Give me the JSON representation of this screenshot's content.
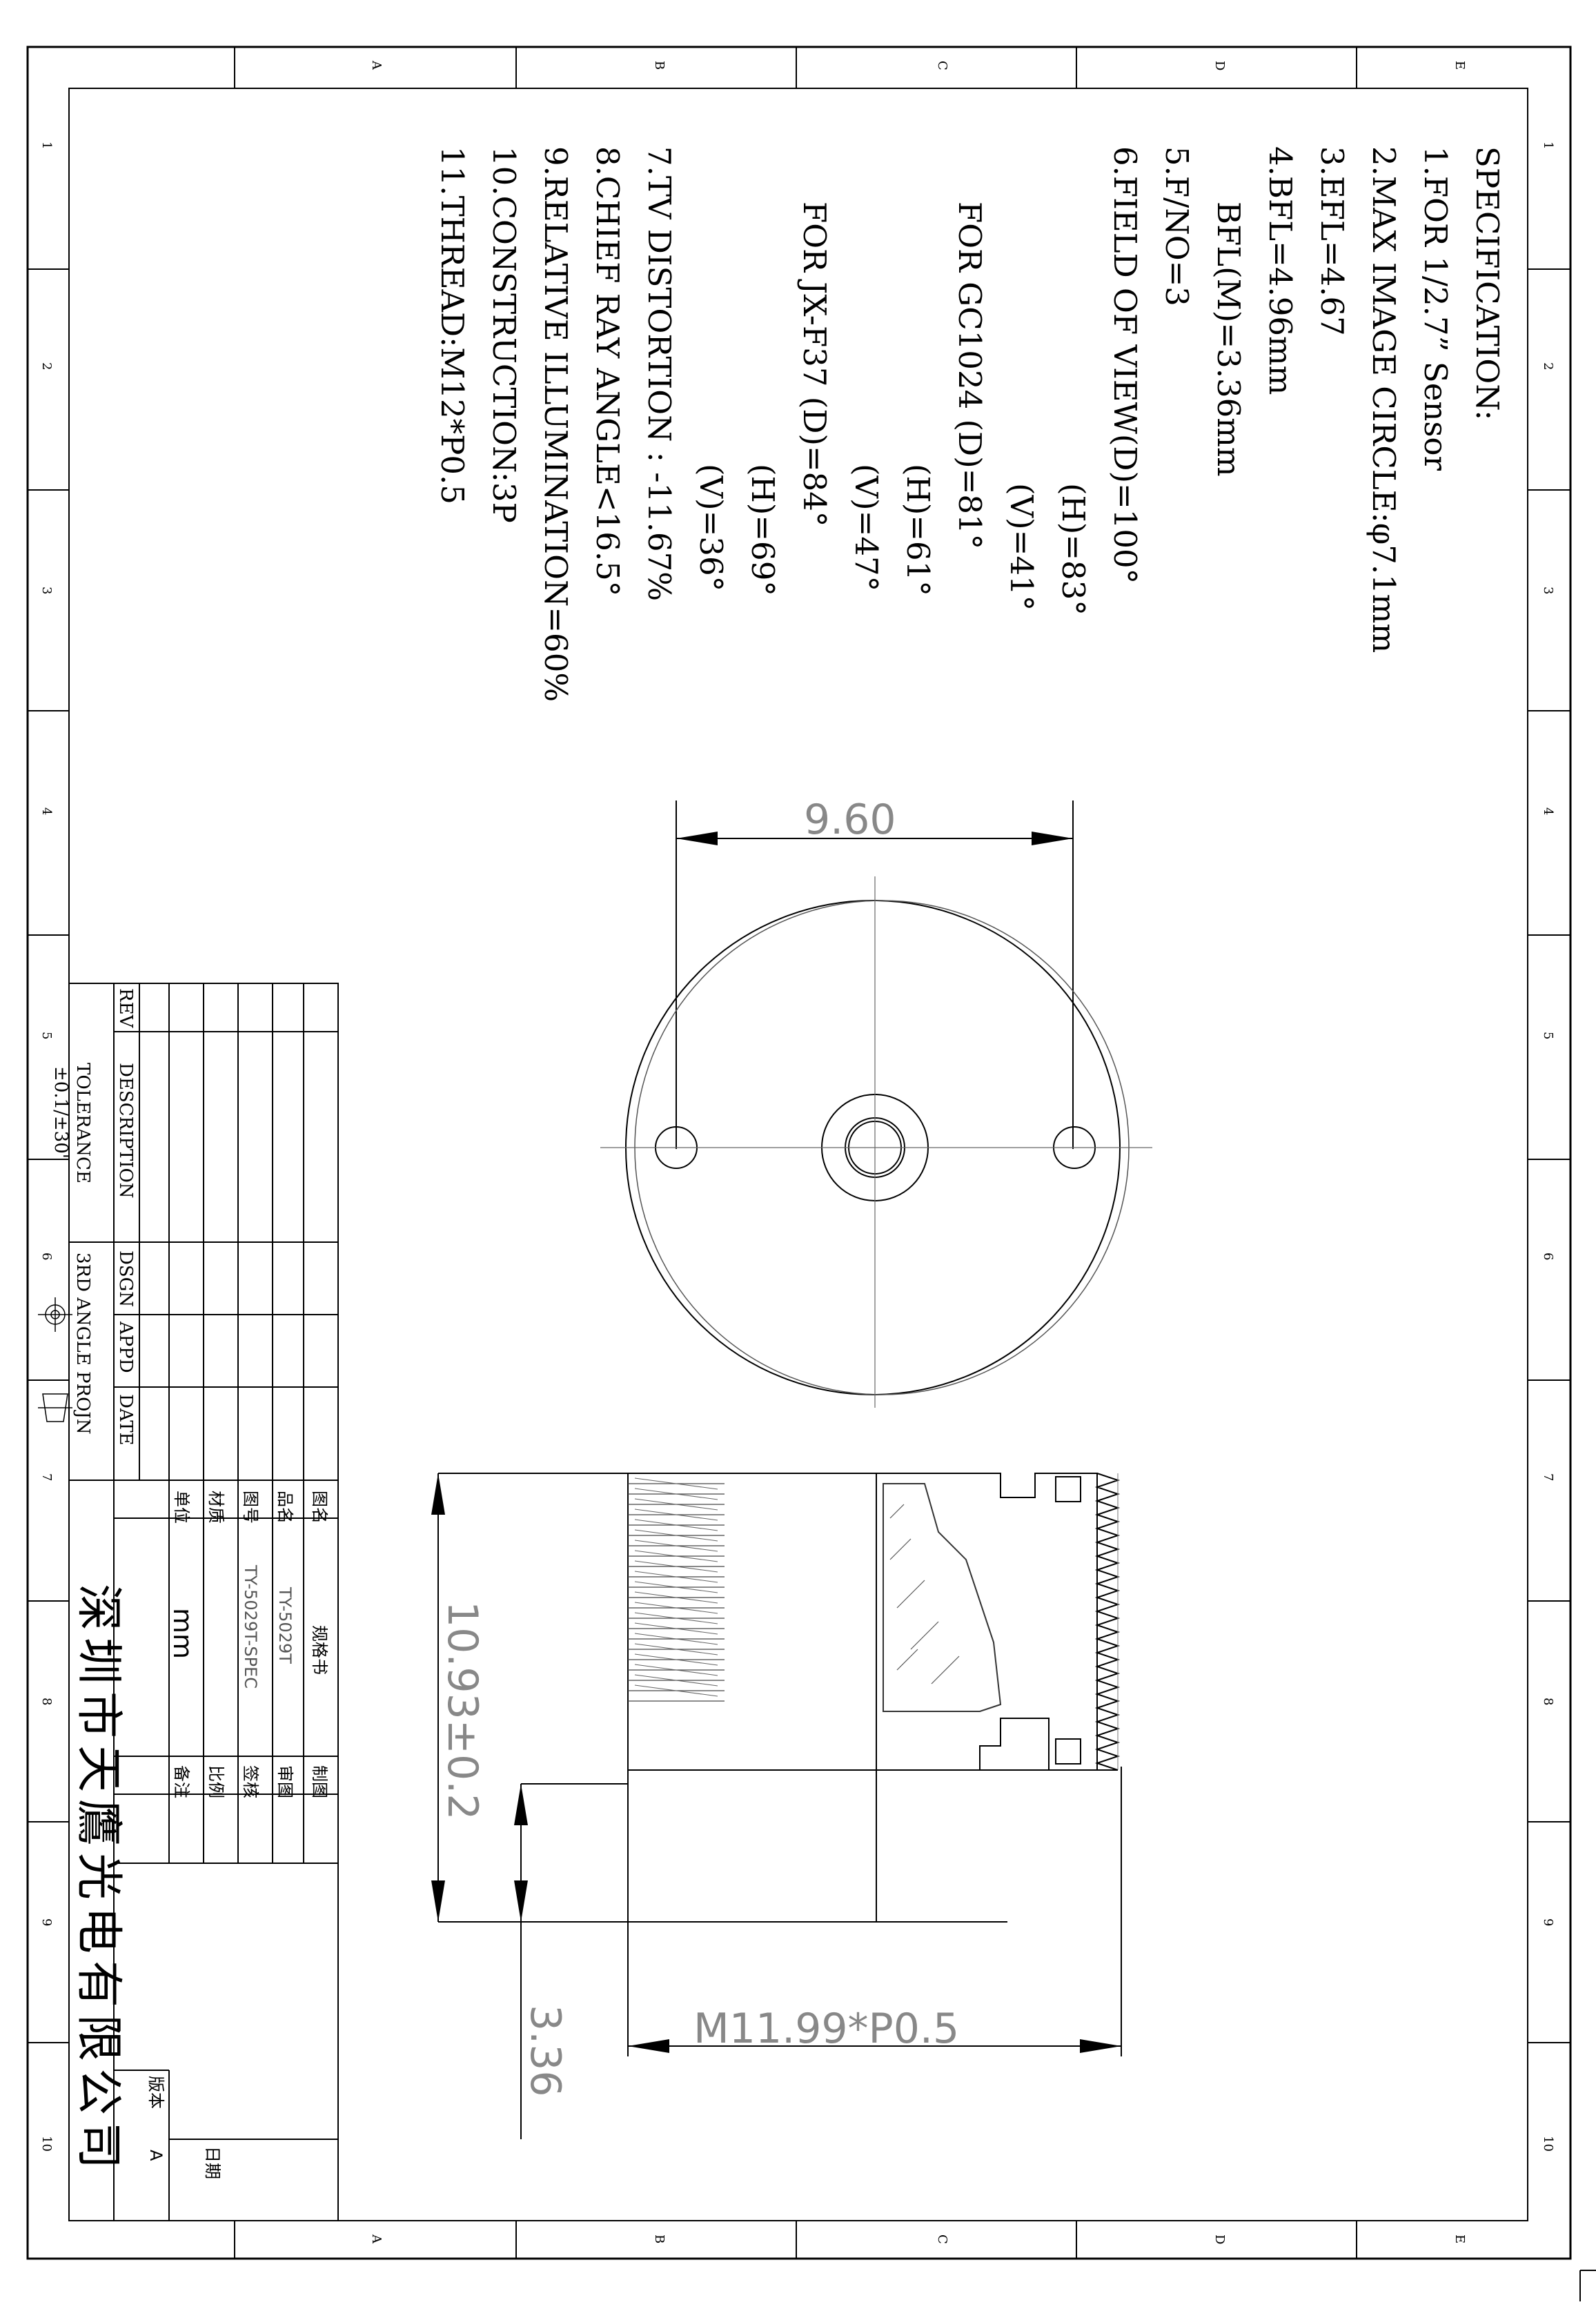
{
  "grid_columns": [
    "A",
    "B",
    "C",
    "D",
    "E"
  ],
  "grid_rows": [
    "1",
    "2",
    "3",
    "4",
    "5",
    "6",
    "7",
    "8",
    "9",
    "10"
  ],
  "spec": {
    "title": "SPECIFICATION:",
    "lines": [
      "1.FOR 1/2.7” Sensor",
      "2.MAX IMAGE CIRCLE:φ7.1mm",
      "3.EFL=4.67",
      "4.BFL=4.96mm",
      "BFL(M)=3.36mm",
      "5.F/NO=3",
      "6.FIELD OF VIEW(D)=100°",
      "(H)=83°",
      "(V)=41°",
      "FOR GC1024 (D)=81°",
      "(H)=61°",
      "(V)=47°",
      "FOR JX-F37 (D)=84°",
      "(H)=69°",
      "(V)=36°",
      "7.TV DISTORTION : -11.67%",
      "8.CHIEF RAY ANGLE<16.5°",
      "9.RELATIVE ILLUMINATION=60%",
      "10.CONSTRUCTION:3P",
      "11.THREAD:M12*P0.5"
    ]
  },
  "dimensions": {
    "top_width": "9.60",
    "height": "10.93±0.2",
    "bfl": "3.36",
    "thread": "M11.99*P0.5"
  },
  "revision_block": {
    "headers": [
      "REV",
      "DESCRIPTION",
      "DSGN",
      "APPD",
      "DATE"
    ],
    "tolerance_label": "TOLERANCE",
    "tolerance_value": "±0.1/±30'",
    "projection": "3RD ANGLE PROJN"
  },
  "title_block": {
    "drawing_name_label": "图名",
    "drawing_name_value": "规格书",
    "drawn_label": "制图",
    "product_label": "品名",
    "product_value": "TY-5029T",
    "review_label": "审图",
    "drawing_no_label": "图号",
    "drawing_no_value": "TY-5029T-SPEC",
    "approve_label": "签核",
    "material_label": "材质",
    "scale_label": "比例",
    "unit_label": "单位",
    "unit_value": "mm",
    "remark_label": "备注",
    "version_label": "版本",
    "version_value": "A",
    "date_label": "日期",
    "company": "深圳市天鷹光电有限公司"
  }
}
